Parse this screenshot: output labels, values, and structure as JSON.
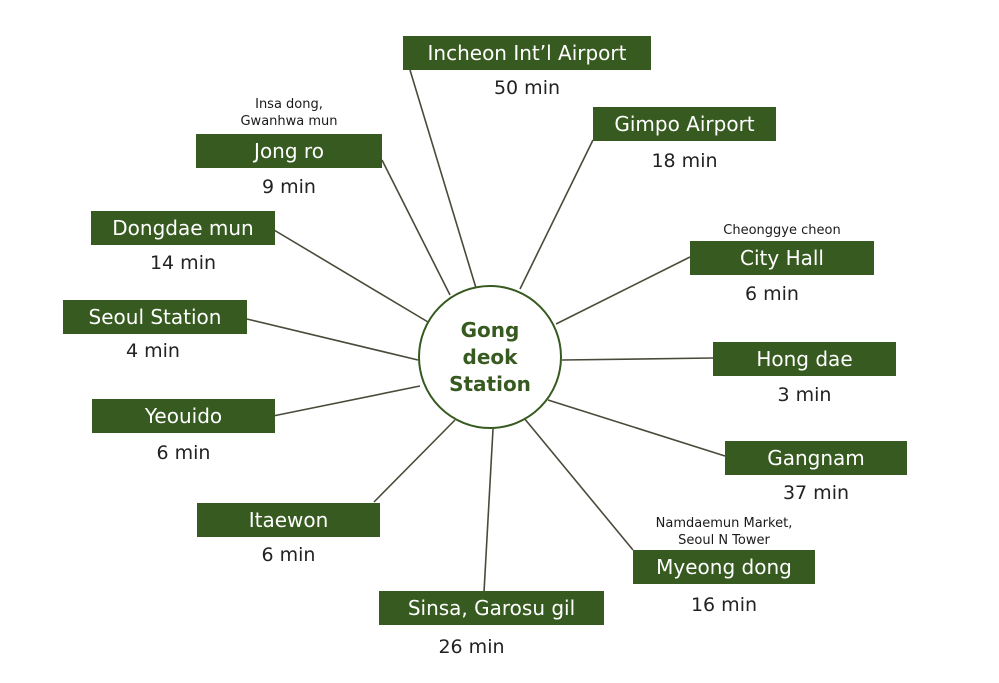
{
  "center": {
    "title_lines": [
      "Gong",
      "deok",
      "Station"
    ]
  },
  "destinations": [
    {
      "label": "Incheon Int’l Airport",
      "time": "50 min"
    },
    {
      "label": "Gimpo Airport",
      "time": "18 min"
    },
    {
      "label": "Jong ro",
      "time": "9 min",
      "note_lines": [
        "Insa dong,",
        "Gwanhwa mun"
      ]
    },
    {
      "label": "City Hall",
      "time": "6 min",
      "note_lines": [
        "Cheonggye cheon"
      ]
    },
    {
      "label": "Dongdae mun",
      "time": "14 min"
    },
    {
      "label": "Seoul Station",
      "time": "4 min"
    },
    {
      "label": "Hong dae",
      "time": "3 min"
    },
    {
      "label": "Yeouido",
      "time": "6 min"
    },
    {
      "label": "Gangnam",
      "time": "37 min"
    },
    {
      "label": "Itaewon",
      "time": "6 min"
    },
    {
      "label": "Myeong dong",
      "time": "16 min",
      "note_lines": [
        "Namdaemun Market,",
        "Seoul N Tower"
      ]
    },
    {
      "label": "Sinsa, Garosu gil",
      "time": "26 min"
    }
  ],
  "colors": {
    "box_fill": "#375a20",
    "box_text": "#ffffff",
    "hub_border": "#375a20",
    "hub_text": "#375a20",
    "line": "#4a4a3a",
    "time_text": "#222222"
  }
}
